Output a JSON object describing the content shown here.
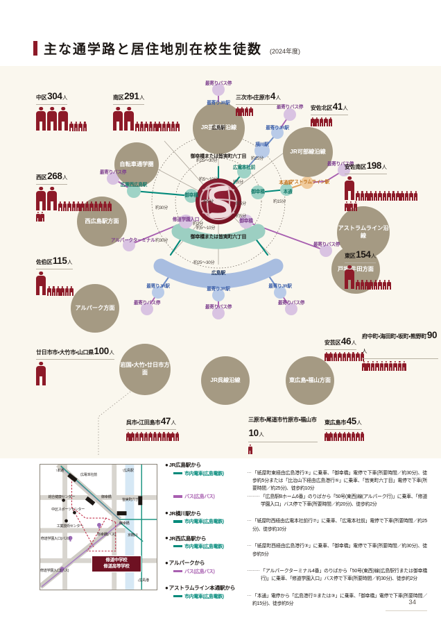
{
  "page": {
    "number": "34",
    "title": "主な通学路と居住地別在校生徒数",
    "title_year": "(2024年度)"
  },
  "colors": {
    "crimson": "#8d1a28",
    "emblem": "#7e1222",
    "region_circle": "#a59a83",
    "canvas": "#faf7ee",
    "streetcar_green": "#00897a",
    "bus_purple": "#a85fb0",
    "jr_blue": "#6f8fc9",
    "astram_orange": "#e0a35c",
    "band_teal": "#9ccfc2",
    "band_blue": "#a8bde0"
  },
  "districts": [
    {
      "name": "中区",
      "count": "304",
      "unit": "人",
      "big": 3,
      "small": 4
    },
    {
      "name": "南区",
      "count": "291",
      "unit": "人",
      "big": 2,
      "small": 10
    },
    {
      "name": "三次市・庄原市",
      "count": "4",
      "unit": "人",
      "big": 0,
      "small": 4
    },
    {
      "name": "安佐北区",
      "count": "41",
      "unit": "人",
      "big": 0,
      "small": 5
    },
    {
      "name": "安佐南区",
      "count": "198",
      "unit": "人",
      "big": 1,
      "small": 17
    },
    {
      "name": "西区",
      "count": "268",
      "unit": "人",
      "big": 2,
      "small": 14
    },
    {
      "name": "東区",
      "count": "154",
      "unit": "人",
      "big": 1,
      "small": 8
    },
    {
      "name": "佐伯区",
      "count": "115",
      "unit": "人",
      "big": 1,
      "small": 6
    },
    {
      "name": "安芸区",
      "count": "46",
      "unit": "人",
      "big": 0,
      "small": 9
    },
    {
      "name": "府中町・海田町・坂町・熊野町",
      "count": "90",
      "unit": "人",
      "big": 0,
      "small": 10
    },
    {
      "name": "廿日市市・大竹市・山口県",
      "count": "100",
      "unit": "人",
      "big": 1,
      "small": 0
    },
    {
      "name": "呉市・江田島市",
      "count": "47",
      "unit": "人",
      "big": 0,
      "small": 12
    },
    {
      "name": "三原市・尾道市竹原市・福山市",
      "count": "10",
      "unit": "人",
      "big": 0,
      "small": 1
    },
    {
      "name": "東広島市",
      "count": "45",
      "unit": "人",
      "big": 0,
      "small": 9
    }
  ],
  "regions": [
    {
      "label": "JR芸備線沿線"
    },
    {
      "label": "JR可部線沿線"
    },
    {
      "label": "アストラムライン沿線"
    },
    {
      "label": "自転車通学圏"
    },
    {
      "label": "西広島駅方面"
    },
    {
      "label": "アルパーク方面"
    },
    {
      "label": "戸坂・牛田方面"
    },
    {
      "label": "東広島・福山方面"
    },
    {
      "label": "岩国・大竹・廿日市方面"
    },
    {
      "label": "JR呉線沿線"
    }
  ],
  "nodes": [
    {
      "label": "最寄りバス停"
    },
    {
      "label": "最寄りJR駅"
    },
    {
      "label": "広島駅"
    },
    {
      "label": "横川駅"
    },
    {
      "label": "広電本社前"
    },
    {
      "label": "本通駅"
    },
    {
      "label": "本通"
    },
    {
      "label": "アストラムライン駅"
    },
    {
      "label": "広電西広島駅"
    },
    {
      "label": "アルパークターミナル"
    },
    {
      "label": "御幸橋"
    },
    {
      "label": "修道学園入口"
    },
    {
      "label": "御幸橋または皆実町六丁目"
    }
  ],
  "times": [
    "約25〜30分",
    "約25分",
    "約5分",
    "約15分",
    "約30分",
    "約5〜10分",
    "約2分",
    "約5分",
    "約25〜30分",
    "約20分",
    "約10分",
    "約5分",
    "約5分"
  ],
  "bands": [
    {
      "label": "御幸橋または皆実町六丁目"
    },
    {
      "label": "広島駅"
    },
    {
      "label": "御幸橋または皆実町六丁目"
    },
    {
      "label": "広島駅"
    }
  ],
  "inset_map": {
    "labels": [
      "↑本通",
      "広電本社前",
      "↑広島駅",
      "総合健康センター",
      "中区スポーツセンター",
      "工業技術センター",
      "御幸橋",
      "皆実町六丁目",
      "御幸橋",
      "御幸橋(バス)",
      "修道学園入口(バス)",
      "修道学園入口(バス)",
      "京橋川",
      "↓広島港"
    ],
    "school_name_line1": "修道中学校",
    "school_name_line2": "修道高等学校"
  },
  "notes": [
    {
      "heading": "JR広島駅から",
      "rows": [
        {
          "mode": "市内電車(広島電鉄)",
          "mode_color": "#00897a",
          "dots": "…",
          "body": "「紙屋町東経由広島港行③」に乗車、「御幸橋」電停で下車(所要時間／約30分)、徒歩約5分または「比治山下経由広島港行⑤」に乗車、「皆実町六丁目」電停で下車(所要時間／約25分)、徒歩約10分"
        },
        {
          "mode": "バス(広島バス)",
          "mode_color": "#a85fb0",
          "dots": "………",
          "body": "「広島駅Bホーム6番」のりばから「50号(東西)線(アルパーク行)」に乗車、「修道学園入口」バス停で下車(所要時間／約20分)、徒歩約2分"
        }
      ]
    },
    {
      "heading": "JR横川駅から",
      "rows": [
        {
          "mode": "市内電車(広島電鉄)",
          "mode_color": "#00897a",
          "dots": "…",
          "body": "「紙屋町西経由広電本社前行⑦」に乗車、「広電本社前」電停で下車(所要時間／約25分)、徒歩約10分"
        }
      ]
    },
    {
      "heading": "JR西広島駅から",
      "rows": [
        {
          "mode": "市内電車(広島電鉄)",
          "mode_color": "#00897a",
          "dots": "…",
          "body": "「紙屋町西経由広島港行③」に乗車、「御幸橋」電停で下車(所要時間／約30分)、徒歩約5分"
        }
      ]
    },
    {
      "heading": "アルパークから",
      "rows": [
        {
          "mode": "バス(広島バス)",
          "mode_color": "#a85fb0",
          "dots": "………",
          "body": "「アルパークターミナル4番」のりばから「50号(東西)線(広島駅行または御幸橋行)」に乗車、「修道学園入口」バス停で下車(所要時間／約30分)、徒歩約2分"
        }
      ]
    },
    {
      "heading": "アストラムライン本通駅から",
      "rows": [
        {
          "mode": "市内電車(広島電鉄)",
          "mode_color": "#00897a",
          "dots": "…",
          "body": "「本通」電停から「広島港行①または③」に乗車、「御幸橋」電停で下車(所要時間／約15分)、徒歩約5分"
        }
      ]
    }
  ]
}
